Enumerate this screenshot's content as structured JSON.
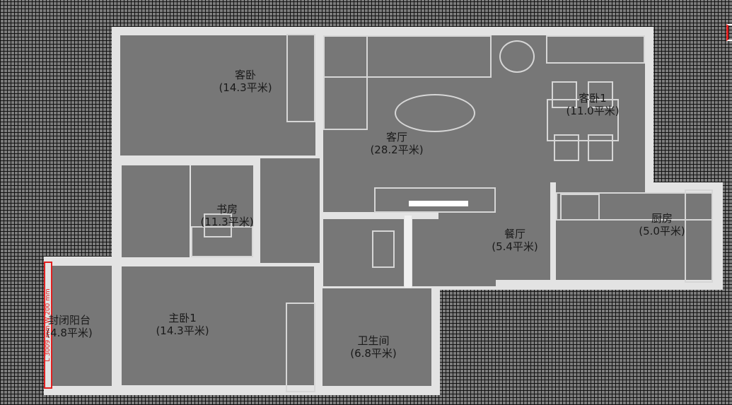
{
  "rooms": [
    {
      "name": "客卧",
      "area": "(14.3平米)"
    },
    {
      "name": "客厅",
      "area": "(28.2平米)"
    },
    {
      "name": "客卧1",
      "area": "(11.0平米)"
    },
    {
      "name": "书房",
      "area": "(11.3平米)"
    },
    {
      "name": "餐厅",
      "area": "(5.4平米)"
    },
    {
      "name": "厨房",
      "area": "(5.0平米)"
    },
    {
      "name": "封闭阳台",
      "area": "(4.8平米)"
    },
    {
      "name": "主卧1",
      "area": "(14.3平米)"
    },
    {
      "name": "卫生间",
      "area": "(6.8平米)"
    }
  ],
  "dimension_label": "L 3009 mm  W 200 mm",
  "colors": {
    "wall": "#e3e3e3",
    "room": "#777777",
    "selection": "#e02020"
  }
}
